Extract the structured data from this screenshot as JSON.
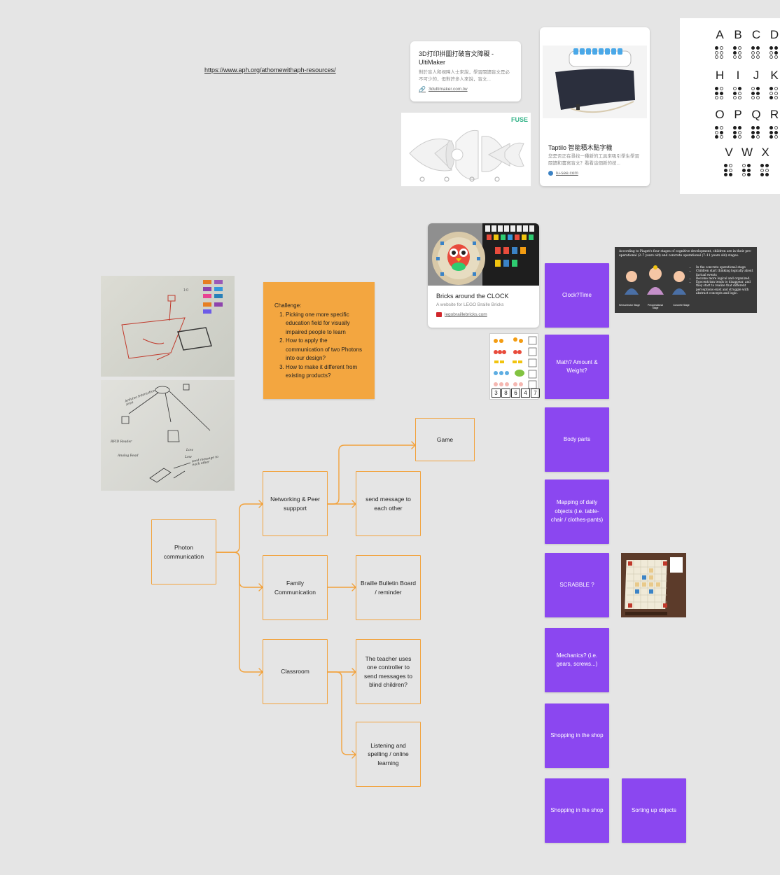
{
  "url_link": "https://www.aph.org/athomewithaph-resources/",
  "cards": {
    "ultimaker": {
      "title": "3D打印拼圖打破盲文障礙 - UltiMaker",
      "desc": "對於盲人和視障人士來說，學習閱讀盲文是必不可少的，但對許多人來說，盲文...",
      "domain": "3dultimaker.com.tw"
    },
    "taptilo": {
      "title": "Taptilo 智能積木點字機",
      "desc": "您是否正在尋找一種新的工具來吸引學生學習閱讀和書寫盲文？看看這個新的技...",
      "domain": "iu-see.com"
    },
    "bricks": {
      "title": "Bricks around the CLOCK",
      "desc": "A website for LEGO Braille Bricks",
      "domain": "legobraillebricks.com"
    }
  },
  "braille_chart": {
    "rows": [
      [
        "A",
        "B",
        "C",
        "D"
      ],
      [
        "H",
        "I",
        "J",
        "K"
      ],
      [
        "O",
        "P",
        "Q",
        "R"
      ],
      [
        "V",
        "W",
        "X"
      ]
    ]
  },
  "fishbone_logo": "FUSE",
  "challenge": {
    "heading": "Challenge:",
    "items": [
      "Picking one more specific education field for visually impaired people to learn",
      "How to apply the communication of two Photons into our design?",
      "How to make it different from existing products?"
    ]
  },
  "flow": {
    "root": "Photon communication",
    "networking": "Networking & Peer suppport",
    "family": "Family Communication",
    "classroom": "Classroom",
    "game": "Game",
    "send_message": "send message to each other",
    "braille_board": "Braille Bulletin Board / reminder",
    "teacher": "The teacher uses one controller to send messages to blind children?",
    "listening": "Listening and spelling / online learning"
  },
  "stickies": [
    "Clock?Time",
    "Math? Amount & Weight?",
    "Body parts",
    "Mapping of daily objects (i.e. table-chair / clothes-pants)",
    "SCRABBLE ?",
    "Mechanics? (i.e. gears, screws...)",
    "Shopping in the shop",
    "Shopping in the shop",
    "Sorting up objects"
  ],
  "piaget": {
    "heading": "According to Piaget's four stages of cognitive development, children are in their pre-operational (2–7 years old) and concrete operational (7–11 years old) stages.",
    "bullets": [
      "In the concrete operational stage",
      "Children start thinking logically about factual events",
      "Become more logical and organized.",
      "Egocentrism tends to disappear, and they start to realize that different perceptions exist and struggle with abstract concepts and logic."
    ],
    "stages": [
      "Sensorimotor Stage",
      "Preoperational Stage",
      "Concrete Stage"
    ]
  },
  "worksheet_numbers": [
    "3",
    "8",
    "6",
    "4",
    "7"
  ],
  "whiteboard_labels": [
    "Arduino Interaction Area",
    "RFID Reader",
    "Analog Read",
    "send message to each other",
    "Low",
    "Low"
  ],
  "colors": {
    "canvas": "#e5e5e5",
    "orange": "#f2a23c",
    "purple": "#8b47f0",
    "sticky_orange": "#f3a640"
  }
}
